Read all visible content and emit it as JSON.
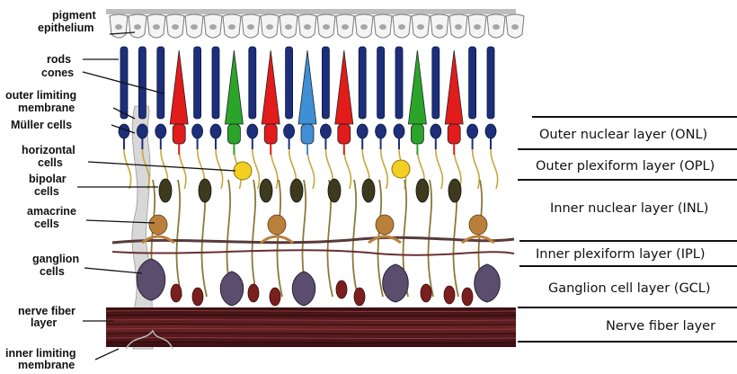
{
  "left_labels": [
    {
      "id": "pigment",
      "lines": [
        "pigment",
        "epithelium"
      ]
    },
    {
      "id": "rods",
      "lines": [
        "rods"
      ]
    },
    {
      "id": "cones",
      "lines": [
        "cones"
      ]
    },
    {
      "id": "olm",
      "lines": [
        "outer limiting",
        "membrane"
      ]
    },
    {
      "id": "muller",
      "lines": [
        "Müller cells"
      ]
    },
    {
      "id": "horizontal",
      "lines": [
        "horizontal",
        "cells"
      ]
    },
    {
      "id": "bipolar",
      "lines": [
        "bipolar",
        "cells"
      ]
    },
    {
      "id": "amacrine",
      "lines": [
        "amacrine",
        "cells"
      ]
    },
    {
      "id": "ganglion",
      "lines": [
        "ganglion",
        "cells"
      ]
    },
    {
      "id": "nervefiber",
      "lines": [
        "nerve fiber",
        "layer"
      ]
    },
    {
      "id": "ilm",
      "lines": [
        "inner limiting",
        "membrane"
      ]
    }
  ],
  "right_labels": [
    "Outer nuclear layer (ONL)",
    "Outer plexiform layer (OPL)",
    "Inner nuclear layer (INL)",
    "Inner plexiform layer (IPL)",
    "Ganglion cell layer (GCL)",
    "Nerve fiber layer"
  ],
  "colors": {
    "rod": "#1d2f7a",
    "cone_red": "#e21b1b",
    "cone_green": "#2aa52a",
    "cone_blue": "#3f8fd6",
    "bipolar": "#3d3a1e",
    "horizontal": "#f2cf21",
    "amacrine": "#b9803c",
    "ganglion": "#5a4d6e",
    "nerve_fiber": "#5a1f1f",
    "axon": "#c9a63a"
  },
  "photoreceptors": [
    "rod",
    "rod",
    "rod",
    "red",
    "rod",
    "rod",
    "green",
    "rod",
    "red",
    "rod",
    "blue",
    "rod",
    "red",
    "rod",
    "rod",
    "rod",
    "green",
    "rod",
    "red",
    "rod",
    "rod"
  ]
}
